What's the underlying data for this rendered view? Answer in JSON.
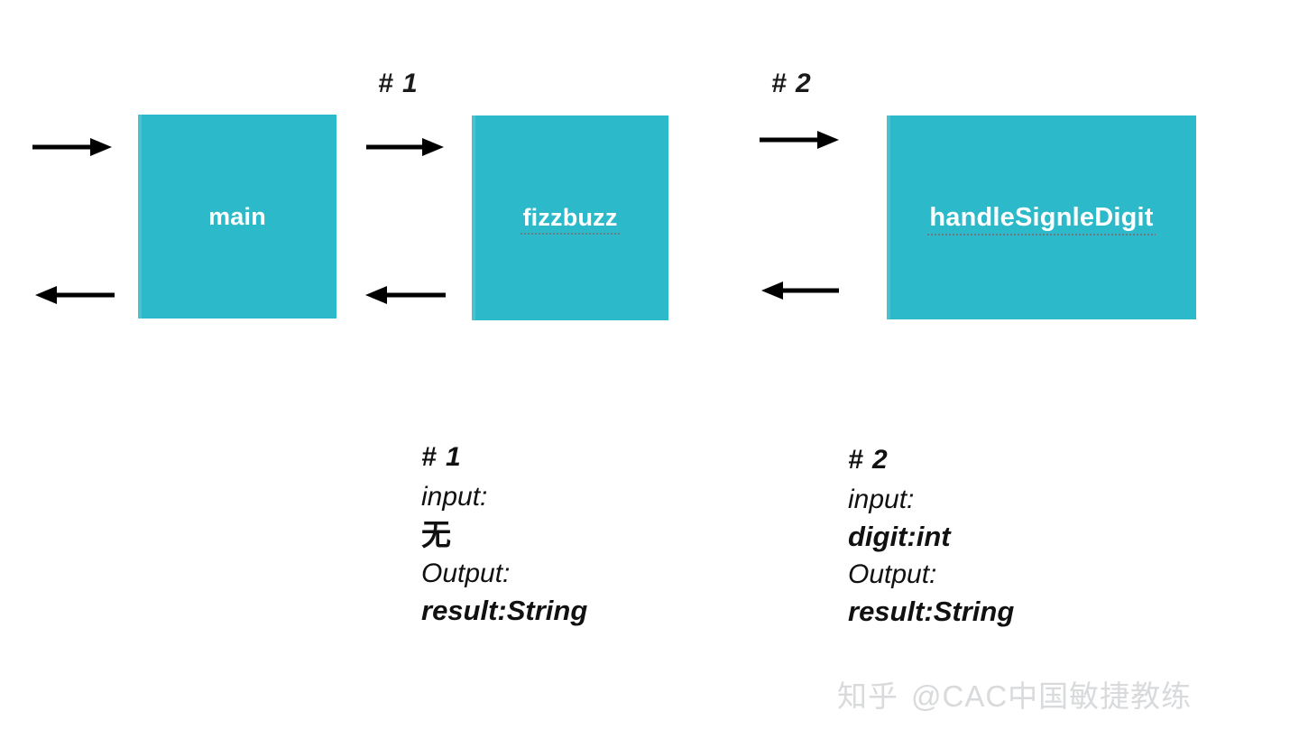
{
  "diagram": {
    "type": "function-call-sequence",
    "colors": {
      "node_fill": "#2cb9c9",
      "node_text": "#ffffff",
      "arrow": "#000000",
      "annotation_text": "#111111",
      "watermark": "#d8dadc",
      "background": "#ffffff"
    },
    "nodes": [
      {
        "id": "main",
        "label": "main",
        "spellchecked": false
      },
      {
        "id": "fizzbuzz",
        "label": "fizzbuzz",
        "spellchecked": true
      },
      {
        "id": "handleSignleDigit",
        "label": "handleSignleDigit",
        "spellchecked": true
      }
    ],
    "call_markers": [
      {
        "id": "marker-1",
        "label": "# 1"
      },
      {
        "id": "marker-2",
        "label": "# 2"
      }
    ],
    "arrows": [
      {
        "id": "arrow-in-main",
        "direction": "right",
        "from": "external",
        "to": "main"
      },
      {
        "id": "arrow-main-fizz",
        "direction": "right",
        "from": "main",
        "to": "fizzbuzz",
        "call": "# 1"
      },
      {
        "id": "arrow-fizz-handle",
        "direction": "right",
        "from": "fizzbuzz",
        "to": "handleSignleDigit",
        "call": "# 2"
      },
      {
        "id": "arrow-out-main",
        "direction": "left",
        "from": "main",
        "to": "external"
      },
      {
        "id": "arrow-fizz-main",
        "direction": "left",
        "from": "fizzbuzz",
        "to": "main"
      },
      {
        "id": "arrow-handle-fizz",
        "direction": "left",
        "from": "handleSignleDigit",
        "to": "fizzbuzz"
      }
    ],
    "signatures": [
      {
        "id": "sig-1",
        "title": "# 1",
        "input_label": "input:",
        "input_value": "无",
        "input_value_is_cjk": true,
        "output_label": "Output:",
        "output_value": "result:String"
      },
      {
        "id": "sig-2",
        "title": "# 2",
        "input_label": "input:",
        "input_value": "digit:int",
        "input_value_is_cjk": false,
        "output_label": "Output:",
        "output_value": "result:String"
      }
    ],
    "watermark": {
      "site": "知乎",
      "handle": "@CAC中国敏捷教练"
    }
  }
}
